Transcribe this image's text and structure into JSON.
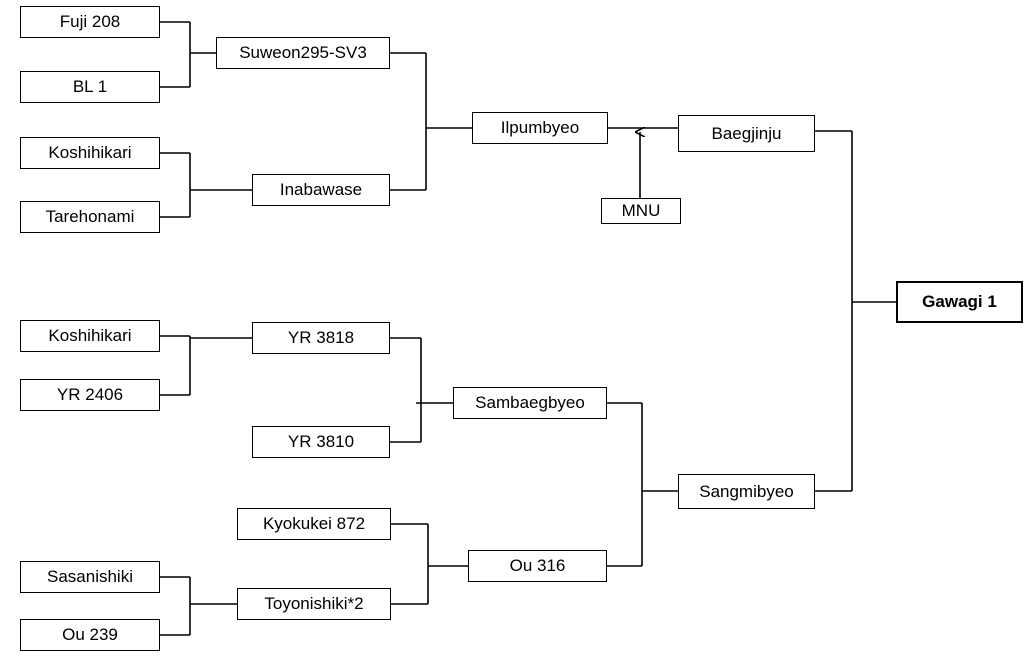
{
  "nodes": {
    "fuji208": "Fuji 208",
    "bl1": "BL 1",
    "suweon295sv3": "Suweon295-SV3",
    "koshihikari_top": "Koshihikari",
    "tarehonami": "Tarehonami",
    "inabawase": "Inabawase",
    "ilpumbyeo": "Ilpumbyeo",
    "mnu": "MNU",
    "baegjinju": "Baegjinju",
    "gawagi1": "Gawagi 1",
    "koshihikari_mid": "Koshihikari",
    "yr2406": "YR 2406",
    "yr3818": "YR 3818",
    "yr3810": "YR 3810",
    "sambaegbyeo": "Sambaegbyeo",
    "sangmibyeo": "Sangmibyeo",
    "kyokukei872": "Kyokukei 872",
    "sasanishiki": "Sasanishiki",
    "ou239": "Ou 239",
    "toyonishiki2": "Toyonishiki*2",
    "ou316": "Ou 316"
  }
}
